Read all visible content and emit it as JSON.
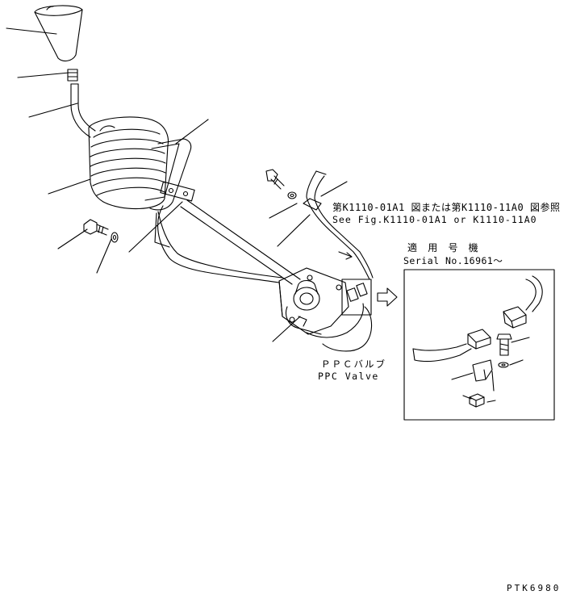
{
  "reference_note": {
    "japanese": "第K1110-01A1 図または第K1110-11A0 図参照",
    "english": "See Fig.K1110-01A1 or K1110-11A0"
  },
  "serial_note": {
    "japanese": "適 用 号 機",
    "english": "Serial No.16961～"
  },
  "ppc_label": {
    "japanese": "ＰＰＣバルブ",
    "english": "PPC Valve"
  },
  "drawing_code": "PTK6980",
  "line_color": "#000000"
}
